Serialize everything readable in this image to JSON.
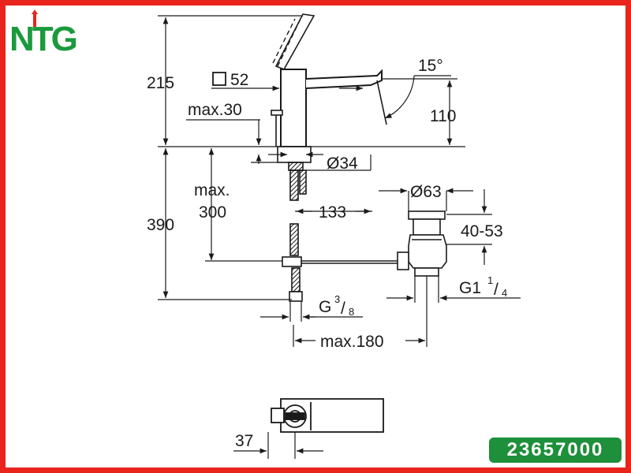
{
  "logo": {
    "text": "NTG",
    "colors": {
      "primary": "#1b9a3c",
      "accent": "#e8241c"
    }
  },
  "product_code": "23657000",
  "dimensions": {
    "height_total": "215",
    "spout_height": "110",
    "angle": "15°",
    "body_square": "52",
    "max_thickness": "max.30",
    "hole_diameter": "Ø34",
    "max_hose_label": "max.",
    "max_hose_value": "300",
    "spout_reach": "133",
    "below_height": "390",
    "waste_diameter": "Ø63",
    "waste_range": "40-53",
    "waste_thread": "G1",
    "waste_thread_num": "1",
    "waste_thread_den": "4",
    "supply_thread": "G",
    "supply_thread_num": "3",
    "supply_thread_den": "8",
    "pull_rod_max": "max.180",
    "top_view_offset": "37"
  },
  "colors": {
    "border": "#e8241c",
    "badge": "#1e8f3a",
    "line": "#1a1a1a"
  }
}
